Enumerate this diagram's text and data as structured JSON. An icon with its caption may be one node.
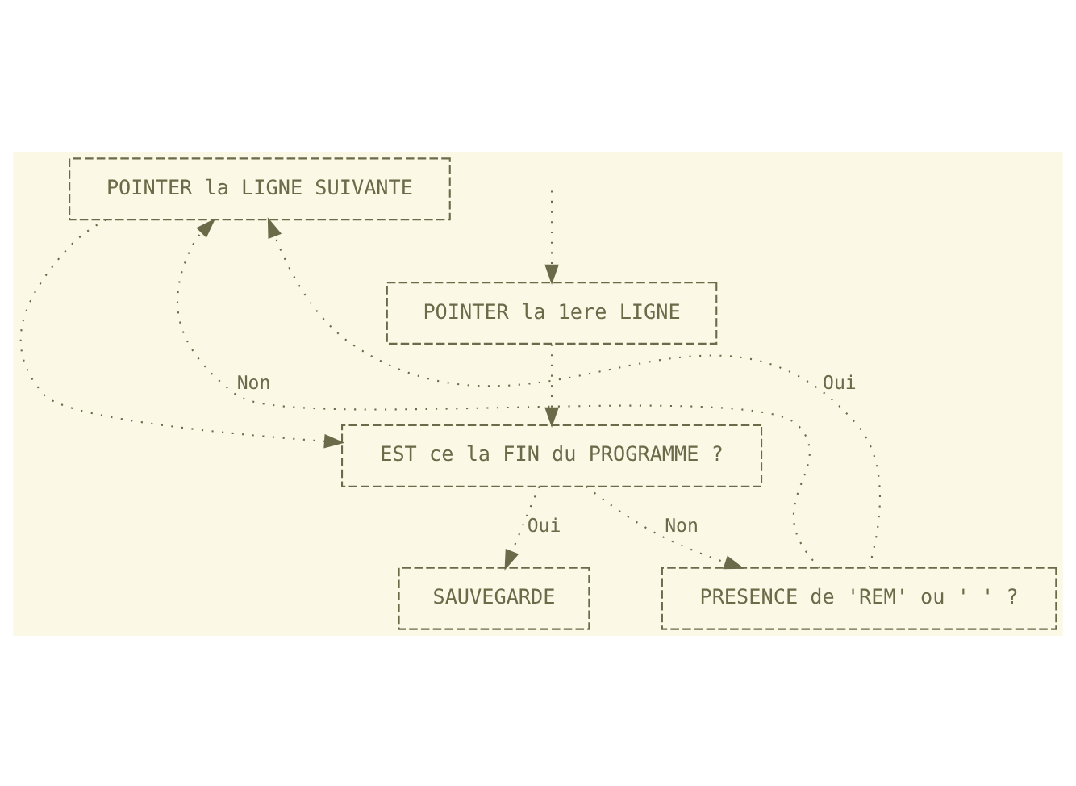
{
  "diagram": {
    "nodes": [
      {
        "text": [
          "POINTER la 1ere LIGNE"
        ]
      },
      {
        "text": [
          "EST ce la FIN du PROGRAMME ?"
        ]
      },
      {
        "text": [
          "SAUVEGARDE"
        ]
      },
      {
        "text": [
          "POINTER la LIGNE SUIVANTE"
        ]
      },
      {
        "text": [
          "PRESENCE de 'REM' ou ' ' ?"
        ]
      }
    ],
    "edges": [
      {
        "from": null,
        "to": 0,
        "arrow": "to"
      },
      {
        "from": 0,
        "to": 1,
        "arrow": "to"
      },
      {
        "from": 1,
        "to": 2,
        "arrow": "to",
        "label": "Oui"
      },
      {
        "from": 1,
        "to": 4,
        "arrow": "to",
        "label": "Non"
      },
      {
        "from": 4,
        "to": 3,
        "arrow": "to",
        "label": "Non"
      },
      {
        "from": 4,
        "to": 3,
        "arrow": "to",
        "label": "Oui"
      },
      {
        "from": 3,
        "to": 1,
        "arrow": "to"
      }
    ]
  }
}
